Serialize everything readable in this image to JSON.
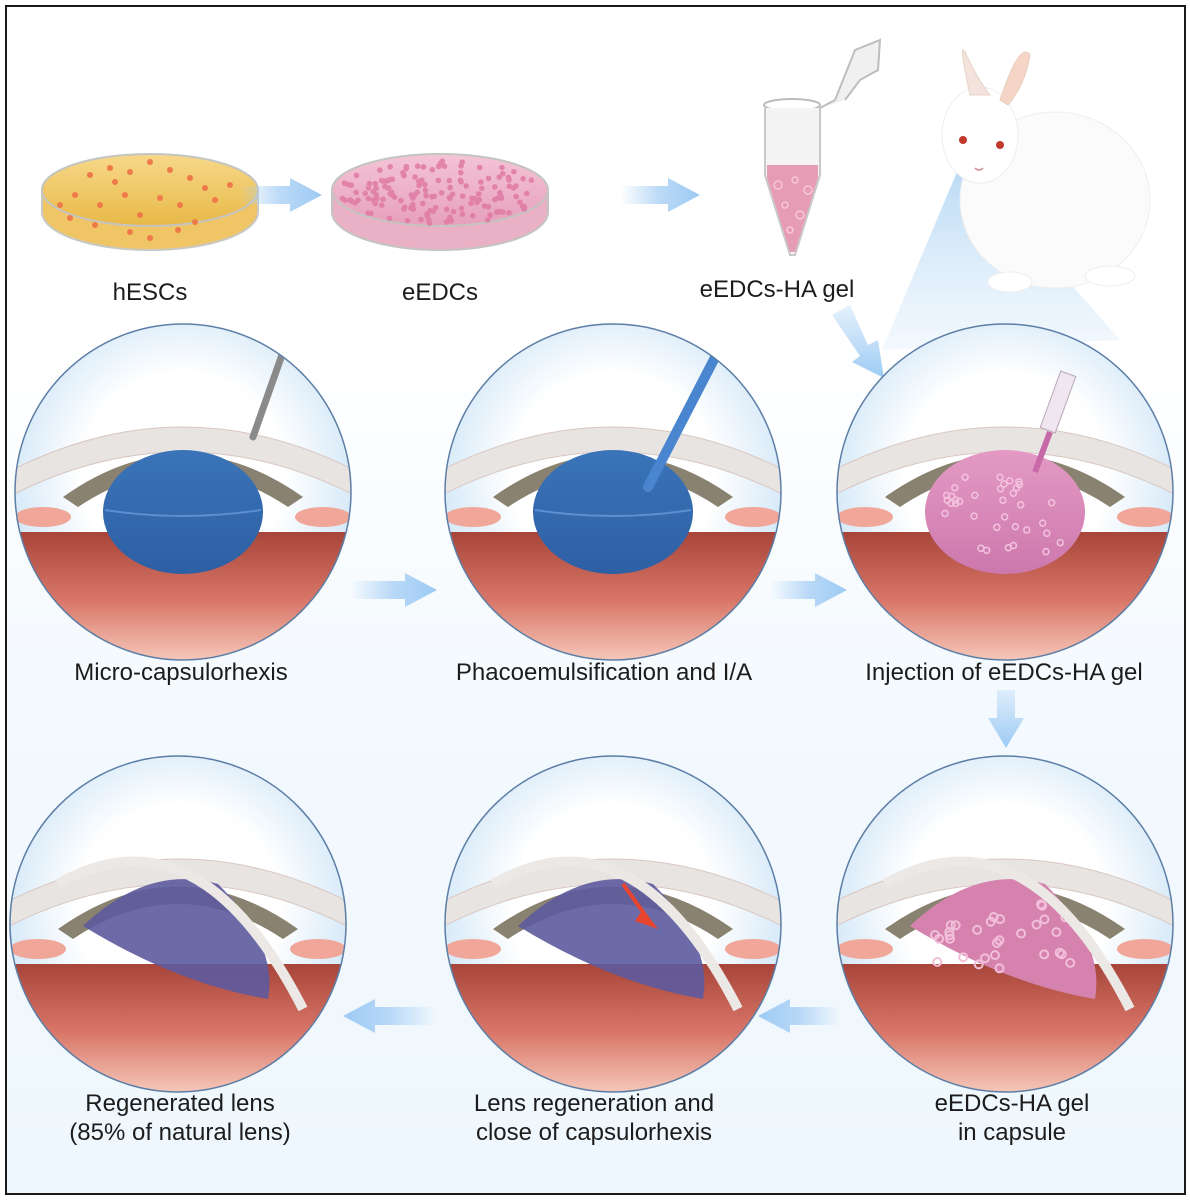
{
  "title": "Lens regeneration workflow with eEDCs-HA gel",
  "top_row": {
    "steps": [
      {
        "label": "hESCs",
        "icon": "petri-dish-yellow-icon"
      },
      {
        "label": "eEDCs",
        "icon": "petri-dish-pink-icon"
      },
      {
        "label": "eEDCs-HA gel",
        "icon": "microcentrifuge-tube-icon"
      }
    ],
    "animal_icon": "rabbit-icon"
  },
  "middle_row": {
    "steps": [
      {
        "label": "Micro-capsulorhexis",
        "icon": "eye-needle-icon"
      },
      {
        "label": "Phacoemulsification and I/A",
        "icon": "eye-probe-icon"
      },
      {
        "label": "Injection of eEDCs-HA gel",
        "icon": "eye-syringe-icon"
      }
    ]
  },
  "bottom_row": {
    "steps": [
      {
        "label_line1": "Regenerated lens",
        "label_line2": "(85% of natural lens)",
        "icon": "eye-regenerated-lens-icon"
      },
      {
        "label_line1": "Lens regeneration and",
        "label_line2": "close of capsulorhexis",
        "icon": "eye-regeneration-arrow-icon"
      },
      {
        "label_line1": "eEDCs-HA gel",
        "label_line2": "in capsule",
        "icon": "eye-gel-capsule-icon"
      }
    ]
  },
  "colors": {
    "arrow": "#a9d0f5",
    "lens_blue": "#2f6fb3",
    "gel_pink": "#d98ab8",
    "regen_purple": "#5c5a9e",
    "border": "#1a1a1a"
  }
}
